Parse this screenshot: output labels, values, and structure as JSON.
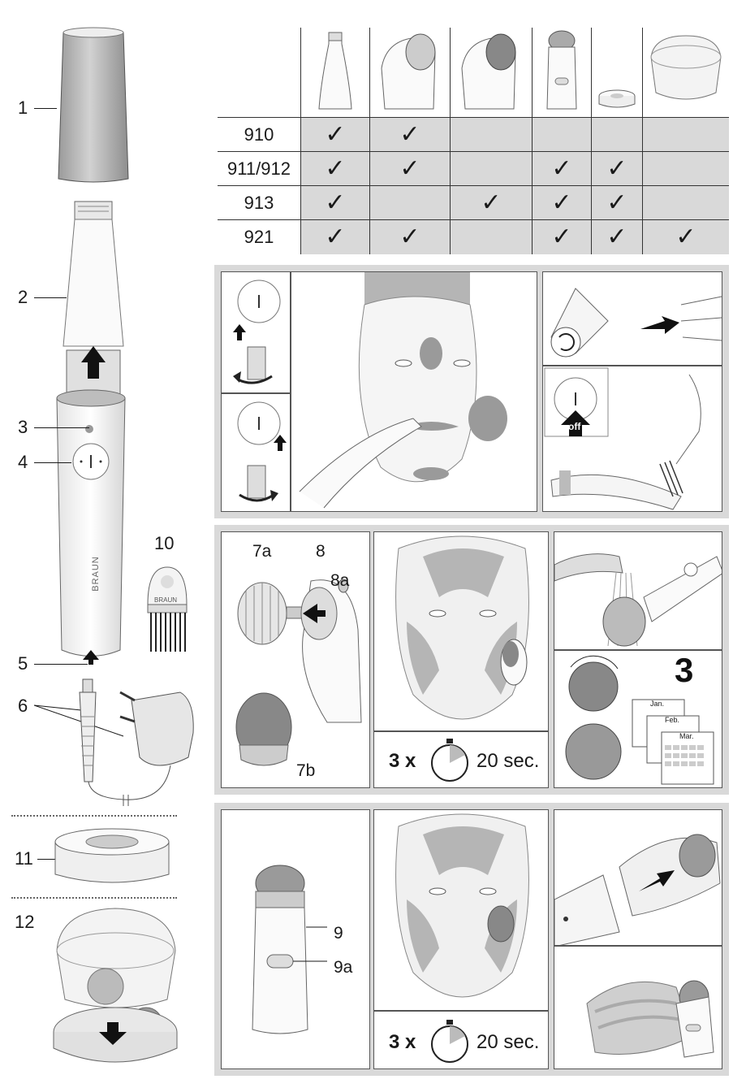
{
  "parts": {
    "p1": "1",
    "p2": "2",
    "p3": "3",
    "p4": "4",
    "p5": "5",
    "p6": "6",
    "p10": "10",
    "p11": "11",
    "p12": "12",
    "brand_vertical": "BRAUN",
    "brush_brand": "BRAUN"
  },
  "table": {
    "rows": [
      {
        "model": "910",
        "checks": [
          "✓",
          "✓",
          "",
          "",
          "",
          ""
        ]
      },
      {
        "model": "911/912",
        "checks": [
          "✓",
          "✓",
          "",
          "✓",
          "✓",
          ""
        ]
      },
      {
        "model": "913",
        "checks": [
          "✓",
          "",
          "✓",
          "✓",
          "✓",
          ""
        ]
      },
      {
        "model": "921",
        "checks": [
          "✓",
          "✓",
          "",
          "✓",
          "✓",
          "✓"
        ]
      }
    ]
  },
  "step1": {
    "off_label": "off"
  },
  "step2": {
    "l7a": "7a",
    "l8": "8",
    "l8a": "8a",
    "l7b": "7b",
    "timer_count": "3 x",
    "timer_duration": "20 sec.",
    "calendar_number": "3",
    "months": [
      "Jan.",
      "Feb.",
      "Mar."
    ]
  },
  "step3": {
    "l9": "9",
    "l9a": "9a",
    "timer_count": "3 x",
    "timer_duration": "20 sec."
  },
  "colors": {
    "panel_bg": "#d9d9d9",
    "line": "#1a1a1a",
    "device_grey": "#c8c8c8"
  }
}
